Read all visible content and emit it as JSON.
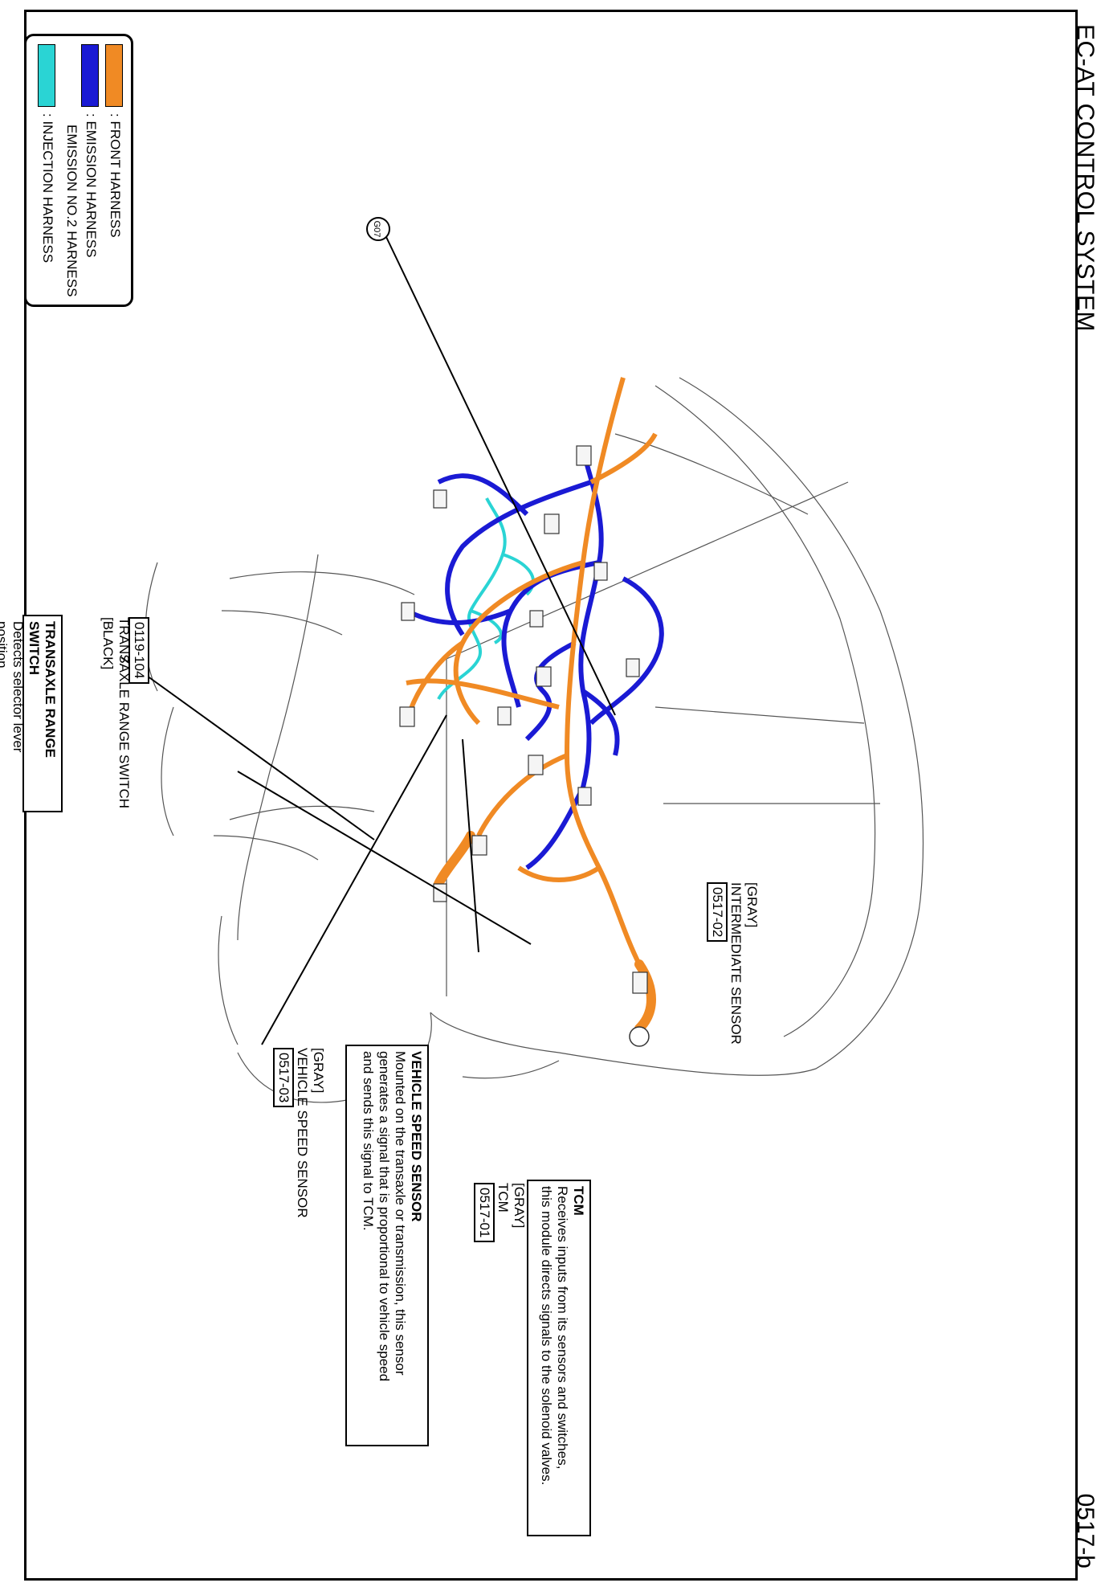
{
  "header": {
    "title": "EC-AT CONTROL SYSTEM",
    "page_code": "0517-b"
  },
  "legend": [
    {
      "label": ": FRONT HARNESS",
      "color": "#f08a24"
    },
    {
      "label": ": EMISSION HARNESS",
      "color": "#1a1ad4"
    },
    {
      "label": "EMISSION NO.2 HARNESS",
      "color": null
    },
    {
      "label": ": INJECTION HARNESS",
      "color": "#2ad4d4"
    }
  ],
  "ground_point": "G07",
  "components": {
    "intermediate_sensor": {
      "code": "0517-02",
      "name": "INTERMEDIATE SENSOR",
      "color": "[GRAY]"
    },
    "tcm": {
      "code": "0517-01",
      "name": "TCM",
      "color": "[GRAY]",
      "desc_title": "TCM",
      "desc_lines": [
        "Receives inputs from its sensors and switches,",
        "this module directs signals to the solenoid valves."
      ]
    },
    "vehicle_speed_sensor": {
      "code": "0517-03",
      "name": "VEHICLE SPEED SENSOR",
      "color": "[GRAY]",
      "desc_title": "VEHICLE SPEED SENSOR",
      "desc_lines": [
        "Mounted on the transaxle or transmission, this sensor",
        "generates a signal that is proportional to vehicle speed",
        "and sends this signal to TCM."
      ]
    },
    "transaxle_range_switch": {
      "code": "0119-104",
      "name": "TRANSAXLE RANGE SWITCH",
      "color": "[BLACK]",
      "desc_title": "TRANSAXLE RANGE SWITCH",
      "desc_lines": [
        "Detects selector lever position."
      ]
    }
  }
}
